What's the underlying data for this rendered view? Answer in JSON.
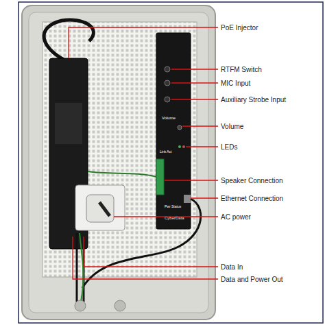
{
  "diagram": {
    "labels": [
      "PoE Injector",
      "RTFM Switch",
      "MIC Input",
      "Auxiliary Strobe Input",
      "Volume",
      "LEDs",
      "Speaker Connection",
      "Ethernet Connection",
      "AC power",
      "Data In",
      "Data and Power Out",
      "Volume",
      "Link Act",
      "Pwr Status",
      "CyberData"
    ]
  }
}
